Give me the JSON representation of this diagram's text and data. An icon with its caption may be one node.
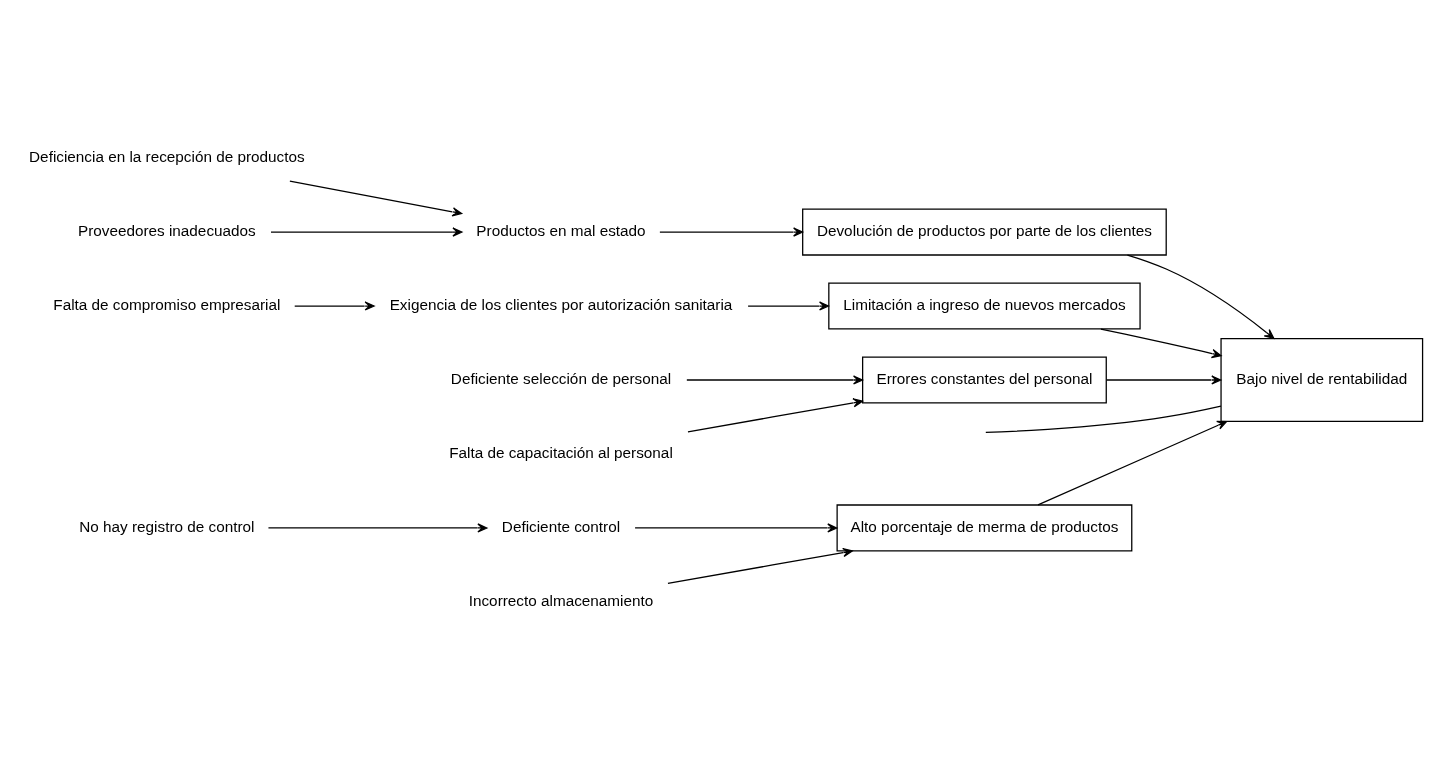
{
  "diagram": {
    "nodes": [
      {
        "text": [
          "Alto porcentaje de merma de productos"
        ]
      },
      {
        "text": [
          "Devolución de productos por parte de los clientes"
        ]
      },
      {
        "text": [
          "No hay registro de control"
        ]
      },
      {
        "text": [
          "Deficiente control"
        ]
      },
      {
        "text": [
          "Incorrecto almacenamiento"
        ]
      },
      {
        "text": [
          "Deficiencia en la recepción de productos"
        ]
      },
      {
        "text": [
          "Productos en mal estado"
        ]
      },
      {
        "text": [
          "Proveedores inadecuados"
        ]
      },
      {
        "text": [
          "Bajo nivel de rentabilidad"
        ]
      },
      {
        "text": [
          "Falta de compromiso empresarial"
        ]
      },
      {
        "text": [
          "Exigencia de los clientes por autorización sanitaria"
        ]
      },
      {
        "text": [
          "Deficiente selección de personal"
        ]
      },
      {
        "text": [
          "Falta de capacitación al personal"
        ]
      },
      {
        "text": [
          "Limitación a ingreso de nuevos mercados"
        ]
      },
      {
        "text": [
          "Errores constantes del personal"
        ]
      }
    ],
    "edges": [
      {
        "from": 2,
        "to": 3,
        "arrow": "to"
      },
      {
        "from": 3,
        "to": 0,
        "arrow": "to"
      },
      {
        "from": 4,
        "to": 0,
        "arrow": "to"
      },
      {
        "from": 5,
        "to": 6,
        "arrow": "to"
      },
      {
        "from": 7,
        "to": 6,
        "arrow": "to"
      },
      {
        "from": 6,
        "to": 1,
        "arrow": "to"
      },
      {
        "from": 0,
        "to": 8,
        "arrow": "to"
      },
      {
        "from": 1,
        "to": 8,
        "arrow": "to"
      },
      {
        "from": null,
        "to": 8,
        "arrow": "none"
      },
      {
        "from": 9,
        "to": 10,
        "arrow": "to"
      },
      {
        "from": 10,
        "to": 13,
        "arrow": "to"
      },
      {
        "from": 11,
        "to": 14,
        "arrow": "to"
      },
      {
        "from": 12,
        "to": 14,
        "arrow": "to"
      },
      {
        "from": 13,
        "to": 8,
        "arrow": "to"
      },
      {
        "from": 14,
        "to": 8,
        "arrow": "to"
      }
    ]
  }
}
